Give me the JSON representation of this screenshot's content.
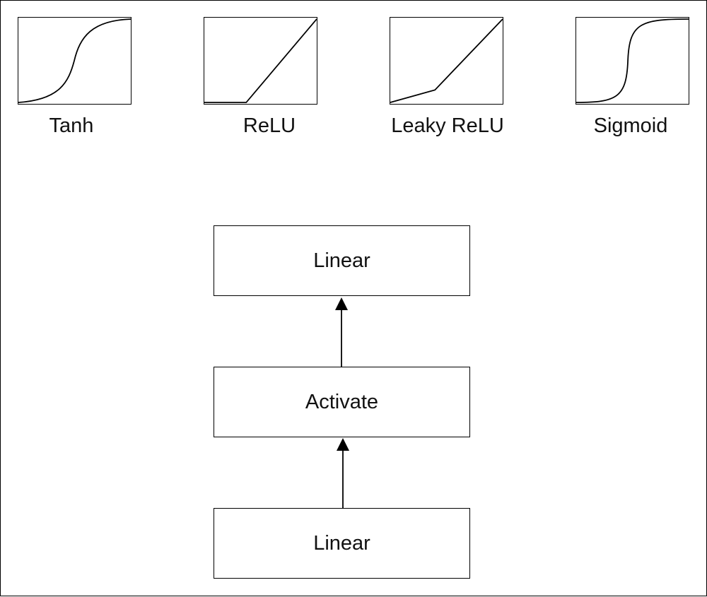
{
  "activations": [
    {
      "id": "tanh",
      "label": "Tanh"
    },
    {
      "id": "relu",
      "label": "ReLU"
    },
    {
      "id": "leaky-relu",
      "label": "Leaky ReLU"
    },
    {
      "id": "sigmoid",
      "label": "Sigmoid"
    }
  ],
  "flow": {
    "top_node": "Linear",
    "middle_node": "Activate",
    "bottom_node": "Linear"
  },
  "colors": {
    "stroke": "#000000",
    "background": "#ffffff"
  }
}
